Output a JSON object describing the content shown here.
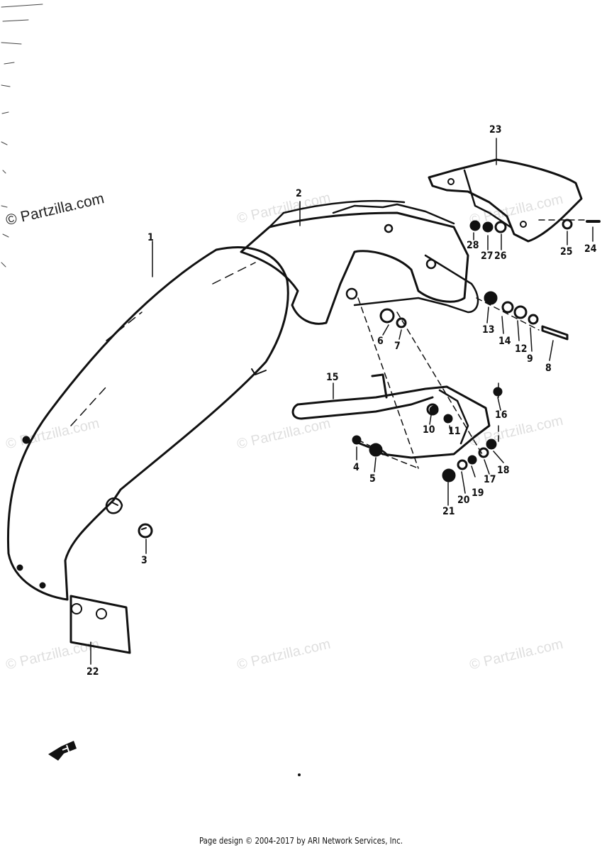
{
  "watermark": "© Partzilla.com",
  "callouts": {
    "c1": "1",
    "c2": "2",
    "c3": "3",
    "c4": "4",
    "c5": "5",
    "c6": "6",
    "c7": "7",
    "c8": "8",
    "c9": "9",
    "c10": "10",
    "c11": "11",
    "c12": "12",
    "c13": "13",
    "c14": "14",
    "c15": "15",
    "c16": "16",
    "c17": "17",
    "c18": "18",
    "c19": "19",
    "c20": "20",
    "c21": "21",
    "c22": "22",
    "c23": "23",
    "c24": "24",
    "c25": "25",
    "c26": "26",
    "c27": "27",
    "c28": "28"
  },
  "footer": "Page design © 2004-2017 by ARI Network Services, Inc."
}
